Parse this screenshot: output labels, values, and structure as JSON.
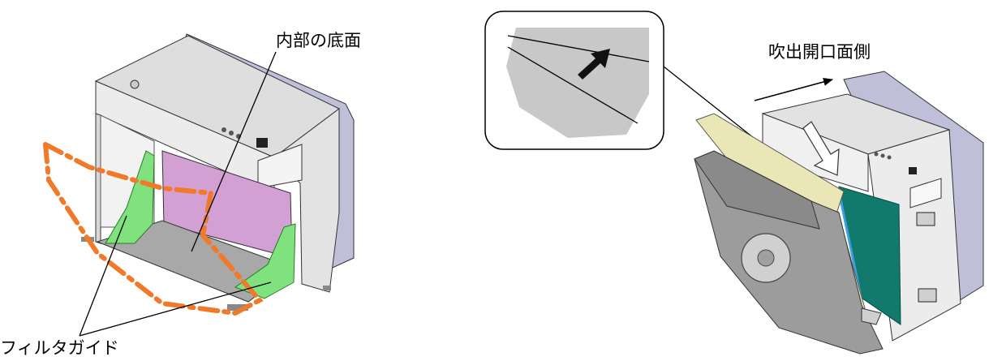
{
  "labels": {
    "interior_bottom": "内部の底面",
    "outlet_side": "吹出開口面側",
    "filter_guide": "フィルタガイド"
  },
  "colors": {
    "body_gray": "#e9e9e9",
    "side_purple": "#bfbfda",
    "chamber_pink": "#d2a0d2",
    "filter_guide_green": "#7fe27f",
    "dash_orange": "#f07a2a",
    "filter_pad_beige": "#ebe6b6",
    "filter_teal": "#127a6c",
    "cover_gray": "#9c9c9c",
    "detail_gray": "#c8c8c8"
  },
  "icons": {
    "arrow_in_detail": "thick-arrow-up-right-icon",
    "insert_arrow": "white-arrow-down-icon",
    "direction_arrow": "thin-arrow-right-icon"
  }
}
